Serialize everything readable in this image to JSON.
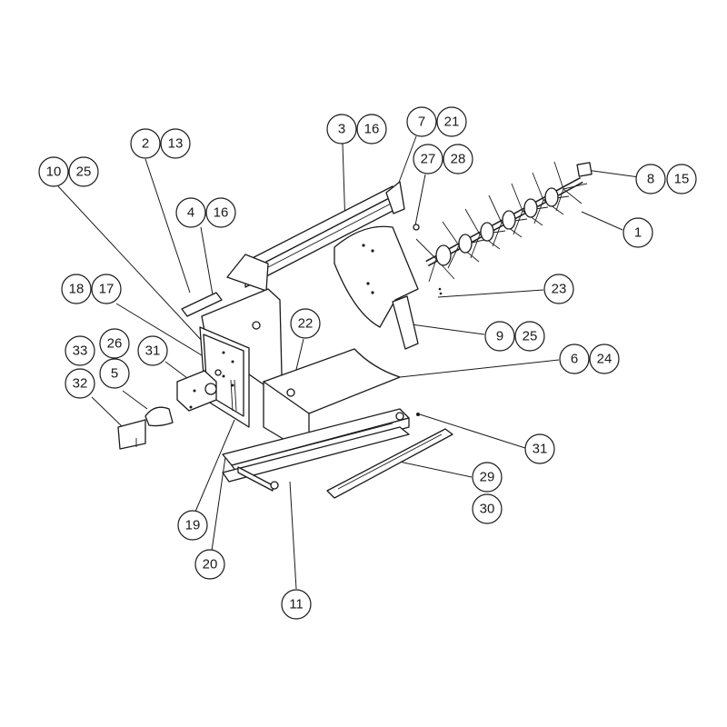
{
  "callouts": [
    {
      "id": "c2",
      "label": "2"
    },
    {
      "id": "c13",
      "label": "13"
    },
    {
      "id": "c3",
      "label": "3"
    },
    {
      "id": "c16a",
      "label": "16"
    },
    {
      "id": "c7",
      "label": "7"
    },
    {
      "id": "c21",
      "label": "21"
    },
    {
      "id": "c10",
      "label": "10"
    },
    {
      "id": "c25a",
      "label": "25"
    },
    {
      "id": "c27",
      "label": "27"
    },
    {
      "id": "c28",
      "label": "28"
    },
    {
      "id": "c8",
      "label": "8"
    },
    {
      "id": "c15",
      "label": "15"
    },
    {
      "id": "c4",
      "label": "4"
    },
    {
      "id": "c16b",
      "label": "16"
    },
    {
      "id": "c1",
      "label": "1"
    },
    {
      "id": "c18",
      "label": "18"
    },
    {
      "id": "c17",
      "label": "17"
    },
    {
      "id": "c23",
      "label": "23"
    },
    {
      "id": "c22",
      "label": "22"
    },
    {
      "id": "c9",
      "label": "9"
    },
    {
      "id": "c25b",
      "label": "25"
    },
    {
      "id": "c33",
      "label": "33"
    },
    {
      "id": "c26",
      "label": "26"
    },
    {
      "id": "c31a",
      "label": "31"
    },
    {
      "id": "c6",
      "label": "6"
    },
    {
      "id": "c24",
      "label": "24"
    },
    {
      "id": "c5",
      "label": "5"
    },
    {
      "id": "c32",
      "label": "32"
    },
    {
      "id": "c31b",
      "label": "31"
    },
    {
      "id": "c29",
      "label": "29"
    },
    {
      "id": "c30",
      "label": "30"
    },
    {
      "id": "c19",
      "label": "19"
    },
    {
      "id": "c20",
      "label": "20"
    },
    {
      "id": "c11",
      "label": "11"
    }
  ]
}
